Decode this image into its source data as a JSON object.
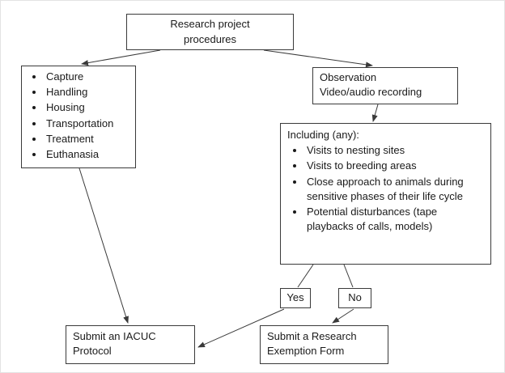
{
  "diagram": {
    "top_box": {
      "label": "Research project procedures"
    },
    "invasive_box": {
      "items": [
        "Capture",
        "Handling",
        "Housing",
        "Transportation",
        "Treatment",
        "Euthanasia"
      ]
    },
    "observation_box": {
      "lines": [
        "Observation",
        "Video/audio recording"
      ]
    },
    "including_box": {
      "title": "Including (any):",
      "items": [
        "Visits to nesting sites",
        "Visits to breeding areas",
        "Close approach to animals during sensitive phases of their life cycle",
        "Potential disturbances (tape playbacks of calls, models)"
      ]
    },
    "yes_box": {
      "label": "Yes"
    },
    "no_box": {
      "label": "No"
    },
    "iacuc_box": {
      "label": "Submit an IACUC Protocol"
    },
    "exemption_box": {
      "label": "Submit a Research Exemption Form"
    }
  },
  "colors": {
    "border": "#3a3a3a",
    "line": "#3a3a3a",
    "text": "#1a1a1a",
    "background": "#ffffff"
  }
}
